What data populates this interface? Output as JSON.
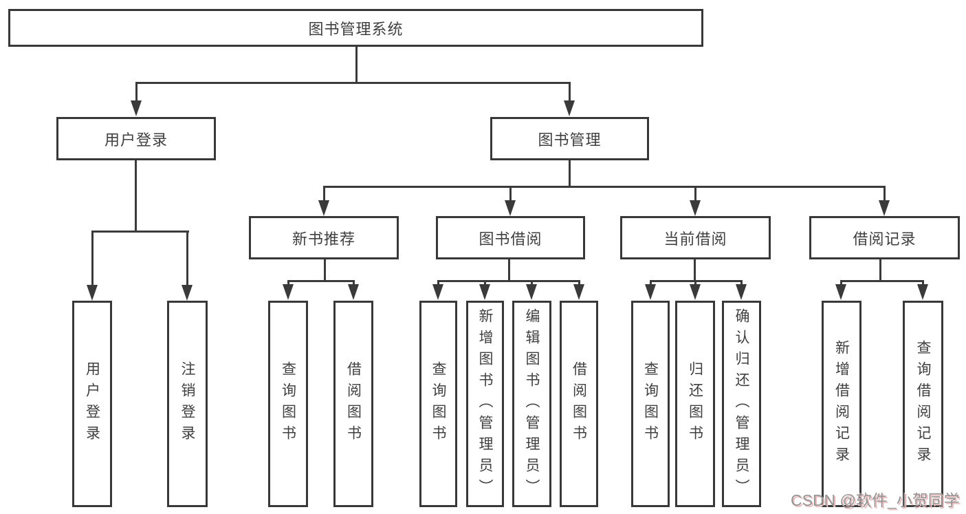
{
  "tree": {
    "root": {
      "label": "图书管理系统"
    },
    "branches": [
      {
        "label": "用户登录",
        "children": [
          "用户登录",
          "注销登录"
        ]
      },
      {
        "label": "图书管理",
        "groups": [
          {
            "label": "新书推荐",
            "children": [
              "查询图书",
              "借阅图书"
            ]
          },
          {
            "label": "图书借阅",
            "children": [
              "查询图书",
              "新增图书（管理员）",
              "编辑图书（管理员）",
              "借阅图书"
            ]
          },
          {
            "label": "当前借阅",
            "children": [
              "查询图书",
              "归还图书",
              "确认归还（管理员）"
            ]
          },
          {
            "label": "借阅记录",
            "children": [
              "新增借阅记录",
              "查询借阅记录"
            ]
          }
        ]
      }
    ]
  },
  "watermark": {
    "text": "CSDN @软件_小贺同学"
  },
  "colors": {
    "line": "#3a3a3a",
    "node_border": "#383838",
    "text": "#3f3f3f",
    "background": "#ffffff",
    "watermark": "#949494",
    "watermark_shadow": "#eabcbc"
  }
}
